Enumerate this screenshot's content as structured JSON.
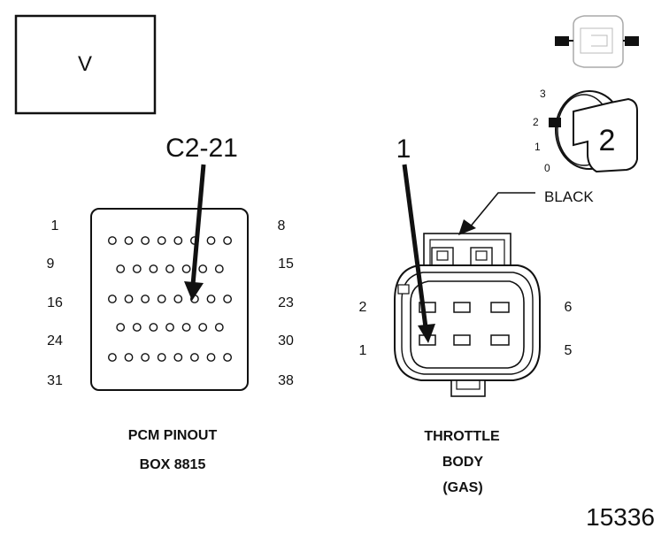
{
  "tag": {
    "letter": "V"
  },
  "pcm": {
    "callout": "C2-21",
    "row_start_labels": [
      "1",
      "9",
      "16",
      "24",
      "31"
    ],
    "row_end_labels": [
      "8",
      "15",
      "23",
      "30",
      "38"
    ],
    "row_pin_counts": [
      8,
      7,
      8,
      7,
      8
    ],
    "caption_line1": "PCM PINOUT",
    "caption_line2": "BOX 8815"
  },
  "throttle": {
    "callout": "1",
    "wire_color": "BLACK",
    "left_labels": [
      "2",
      "1"
    ],
    "right_labels": [
      "6",
      "5"
    ],
    "caption_line1": "THROTTLE",
    "caption_line2": "BODY",
    "caption_line3": "(GAS)"
  },
  "ignition": {
    "positions": [
      "3",
      "2",
      "1",
      "0"
    ],
    "key_position": "2"
  },
  "figure_number": "15336"
}
